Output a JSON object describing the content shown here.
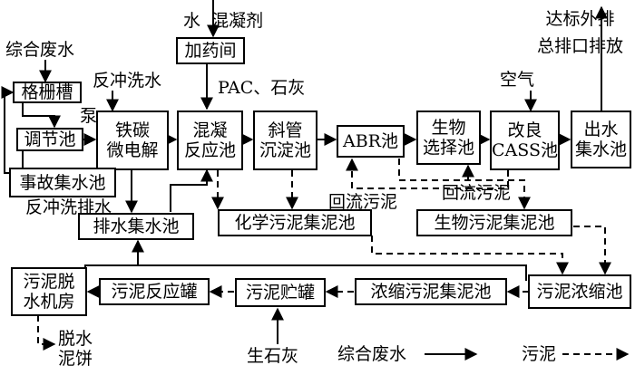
{
  "nodes": {
    "grille_tank": "格栅槽",
    "regulating_tank": "调节池",
    "iron_carbon": "铁碳\n微电解",
    "coagulation": "混凝\n反应池",
    "inclined_tube": "斜管\n沉淀池",
    "abr": "ABR池",
    "bio_selection": "生物\n选择池",
    "cass": "改良\nCASS池",
    "effluent": "出水\n集水池",
    "dosing_room": "加药间",
    "accident_tank": "事故集水池",
    "drainage_tank": "排水集水池",
    "chem_sludge": "化学污泥集泥池",
    "bio_sludge": "生物污泥集泥池",
    "dewatering_room": "污泥脱\n水机房",
    "sludge_reaction": "污泥反应罐",
    "sludge_storage": "污泥贮罐",
    "conc_sludge_tank": "浓缩污泥集泥池",
    "sludge_thickener": "污泥浓缩池"
  },
  "labels": {
    "wastewater_in": "综合废水",
    "water_coagulant": "水  混凝剂",
    "backwash_water": "反冲洗水",
    "pump": "泵",
    "pac_lime": "PAC、石灰",
    "air": "空气",
    "discharge": "达标外排\n总排口排放",
    "return_sludge_1": "回流污泥",
    "return_sludge_2": "回流污泥",
    "backwash_drain": "反冲洗排水",
    "dewatered_cake": "脱水\n泥饼",
    "quicklime": "生石灰"
  },
  "legend": {
    "wastewater": "综合废水",
    "sludge": "污泥"
  }
}
